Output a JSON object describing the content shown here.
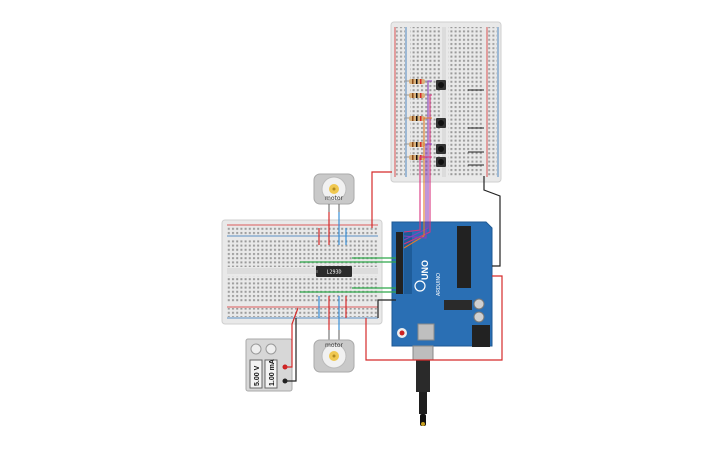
{
  "components": {
    "driver_ic": {
      "label": "L293D"
    },
    "power_supply": {
      "voltage": "5.00 V",
      "current": "1.00 mA"
    },
    "motor_top": {
      "label": "motor"
    },
    "motor_bottom": {
      "label": "motor"
    },
    "arduino": {
      "brand": "UNO",
      "model": "ARDUINO"
    }
  },
  "colors": {
    "wire_red": "#d52b2b",
    "wire_black": "#222222",
    "wire_green": "#2ea84a",
    "wire_blue": "#3a8fd6",
    "wire_purple": "#8b3fb8",
    "wire_pink": "#d8337f",
    "wire_orange": "#e07a2a",
    "arduino_blue": "#2a6fb4",
    "breadboard": "#e9e9e9"
  }
}
